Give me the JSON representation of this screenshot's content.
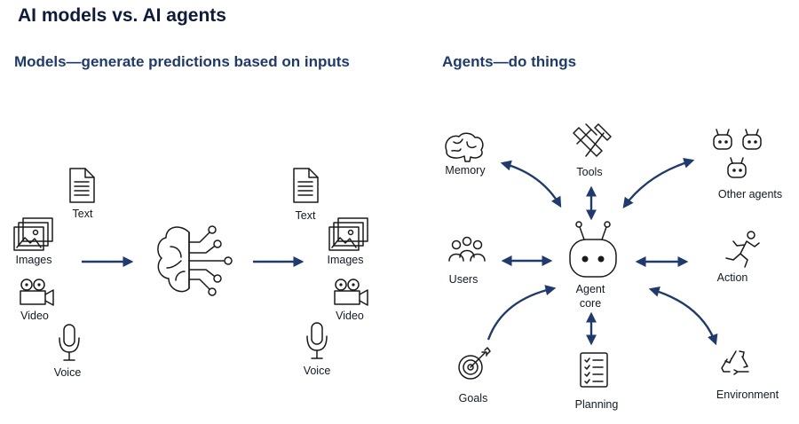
{
  "title": "AI models vs. AI agents",
  "models": {
    "subtitle": "Models—generate predictions based on inputs",
    "inputs": {
      "text": "Text",
      "images": "Images",
      "video": "Video",
      "voice": "Voice"
    },
    "outputs": {
      "text": "Text",
      "images": "Images",
      "video": "Video",
      "voice": "Voice"
    }
  },
  "agents": {
    "subtitle": "Agents—do things",
    "core_line1": "Agent",
    "core_line2": "core",
    "nodes": {
      "memory": "Memory",
      "tools": "Tools",
      "other_agents": "Other agents",
      "users": "Users",
      "action": "Action",
      "goals": "Goals",
      "planning": "Planning",
      "environment": "Environment"
    }
  },
  "colors": {
    "accent": "#1e3a6e",
    "title": "#0f1b3d",
    "icon": "#1a1a1a"
  }
}
